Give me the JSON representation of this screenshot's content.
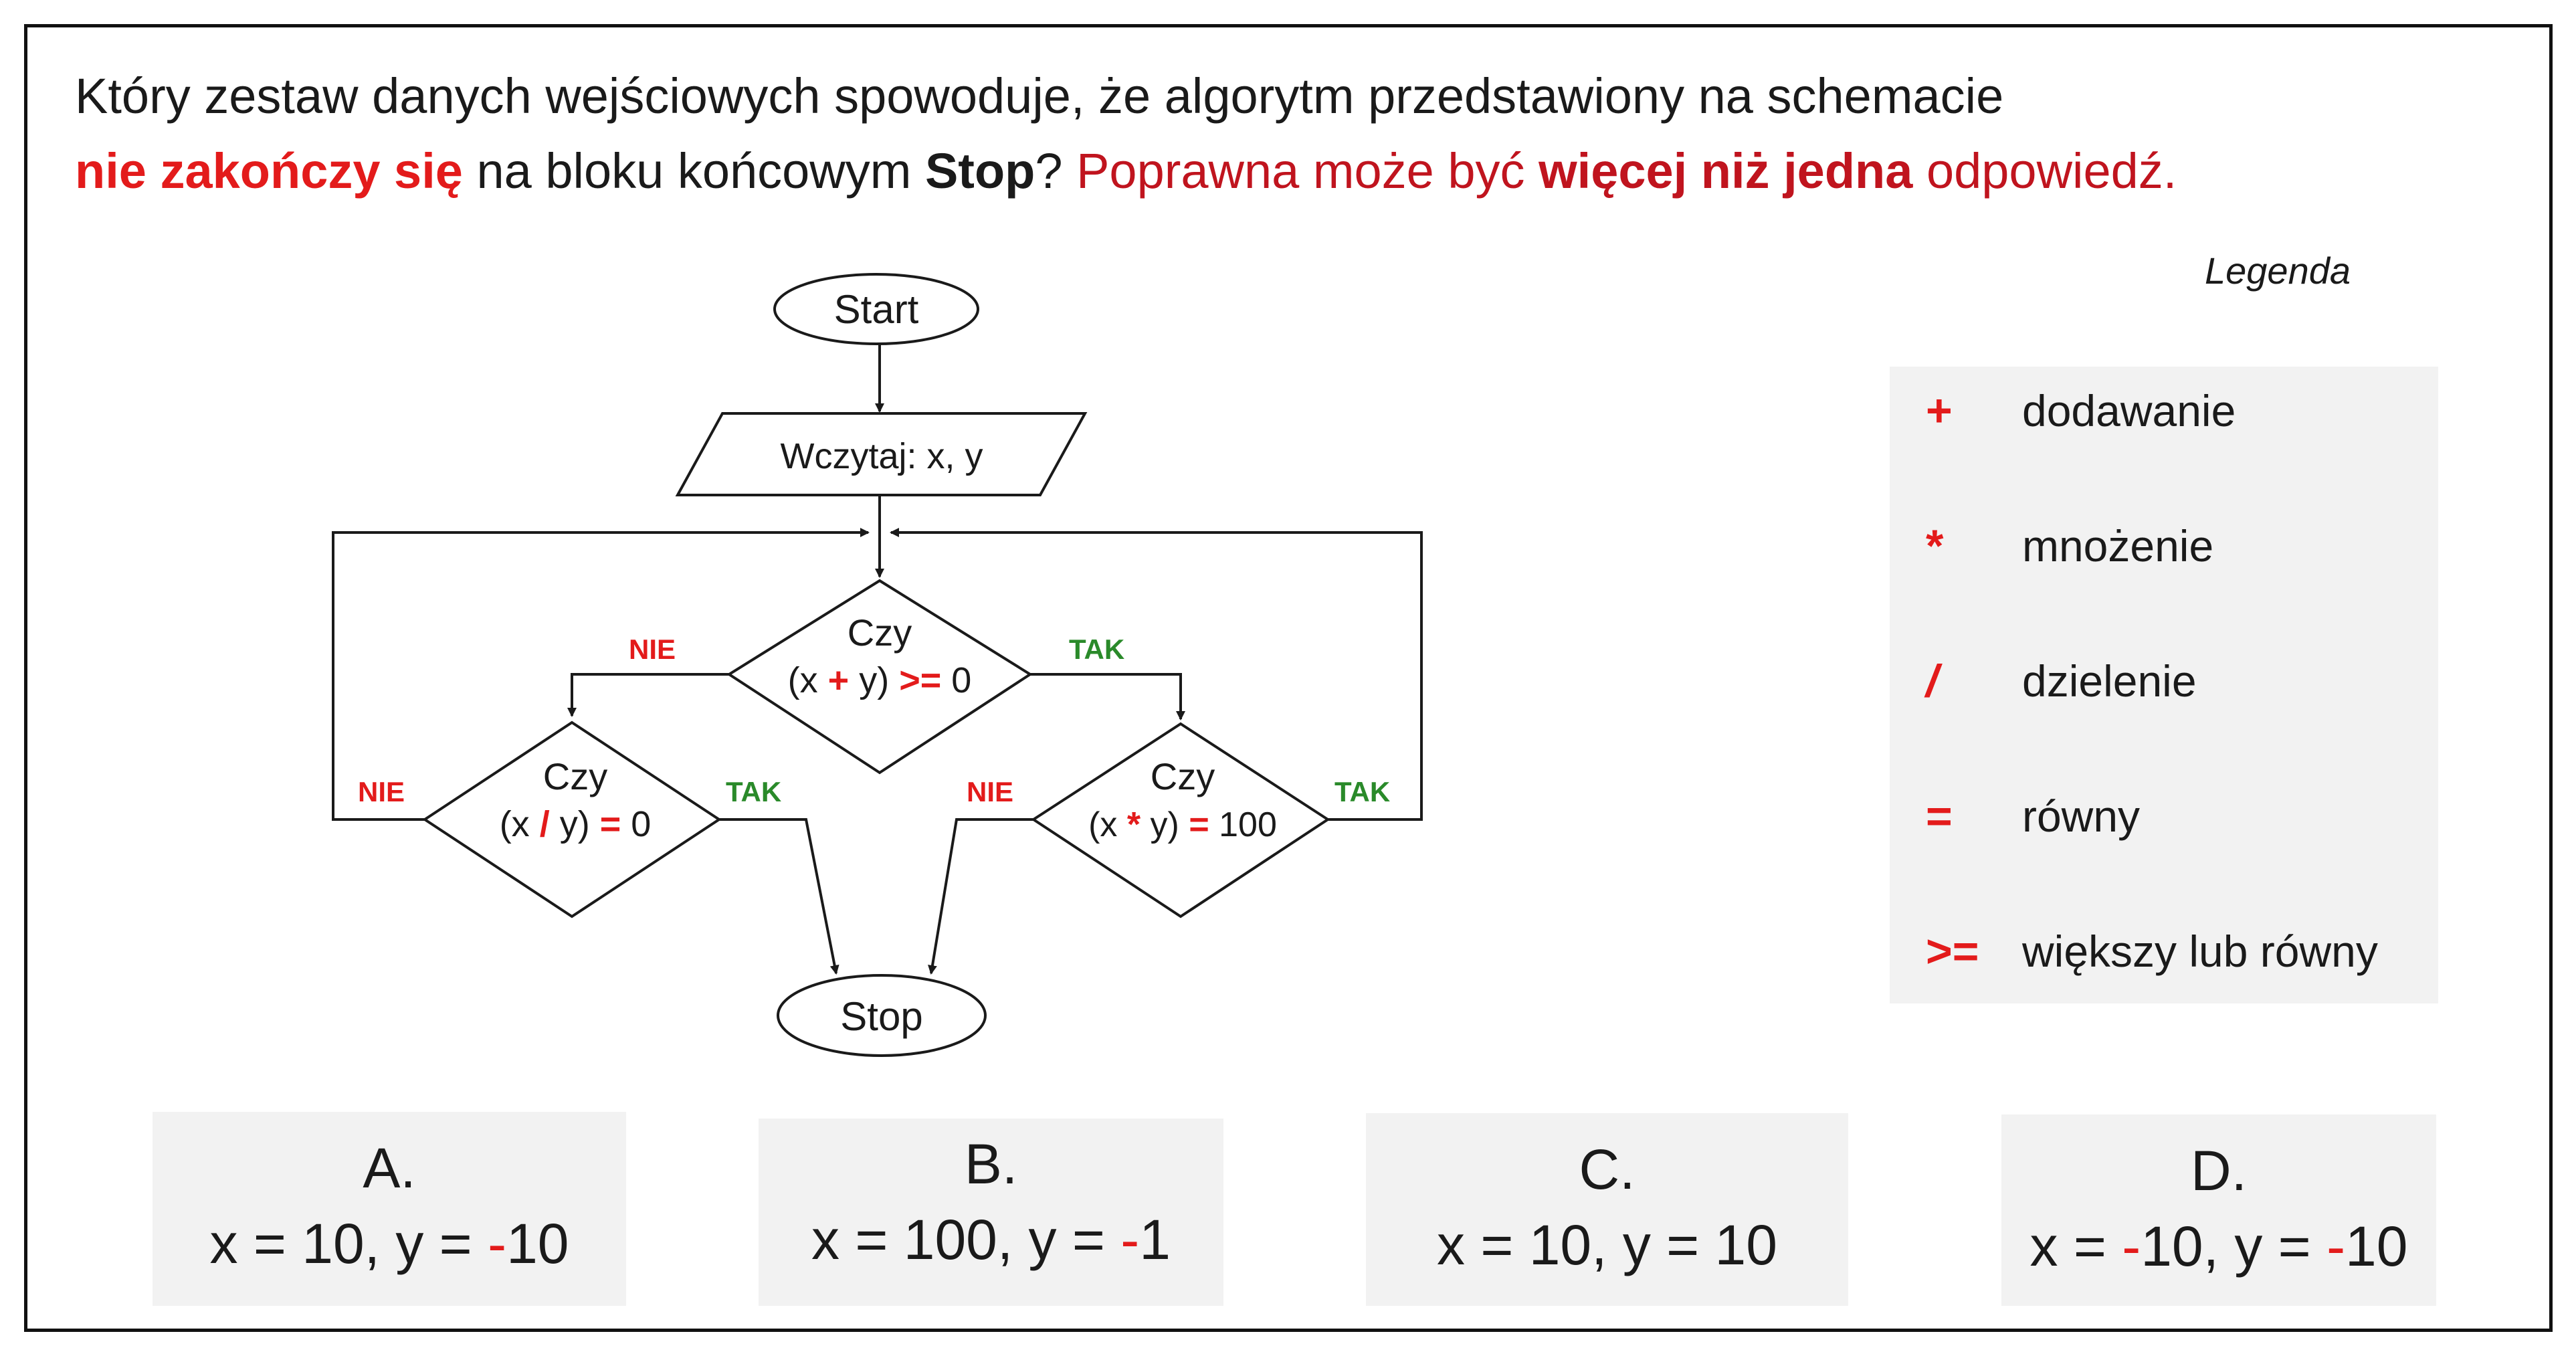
{
  "question": {
    "line1": "Który zestaw danych wejściowych spowoduje, że algorytm przedstawiony na schemacie",
    "p1": "nie zakończy się",
    "p2": " na bloku końcowym ",
    "p3": "Stop",
    "p4": "? ",
    "p5": "Poprawna może być ",
    "p6": "więcej niż jedna",
    "p7": " odpowiedź."
  },
  "flowchart": {
    "start": "Start",
    "input": "Wczytaj: x, y",
    "stop": "Stop",
    "d1": {
      "czy": "Czy",
      "a": "(x ",
      "op": "+",
      "b": " y) ",
      "cmp": ">=",
      "c": " 0"
    },
    "d2": {
      "czy": "Czy",
      "a": "(x ",
      "op": "/",
      "b": " y) ",
      "cmp": "=",
      "c": " 0"
    },
    "d3": {
      "czy": "Czy",
      "a": "(x ",
      "op": "*",
      "b": " y) ",
      "cmp": "=",
      "c": " 100"
    },
    "nie": "NIE",
    "tak": "TAK"
  },
  "legend": {
    "title": "Legenda",
    "items": [
      {
        "symbol": "+",
        "label": "dodawanie"
      },
      {
        "symbol": "*",
        "label": "mnożenie"
      },
      {
        "symbol": "/",
        "label": "dzielenie"
      },
      {
        "symbol": "=",
        "label": "równy"
      },
      {
        "symbol": ">=",
        "label": "większy lub równy"
      }
    ]
  },
  "answers": [
    {
      "letter": "A.",
      "x": "x = 10, y = ",
      "sign": "-",
      "y": "10"
    },
    {
      "letter": "B.",
      "x": "x = 100, y = ",
      "sign": "-",
      "y": "1"
    },
    {
      "letter": "C.",
      "x": "x = 10, y = 10",
      "sign": "",
      "y": ""
    },
    {
      "letter": "D.",
      "x": "x = ",
      "sign": "-",
      "y": "10, y = ",
      "sign2": "-",
      "y2": "10"
    }
  ],
  "colors": {
    "accent_red": "#e31b1b",
    "dark_red": "#c0141e",
    "tak_green": "#2a8a2a",
    "panel_bg": "#f2f2f2"
  }
}
